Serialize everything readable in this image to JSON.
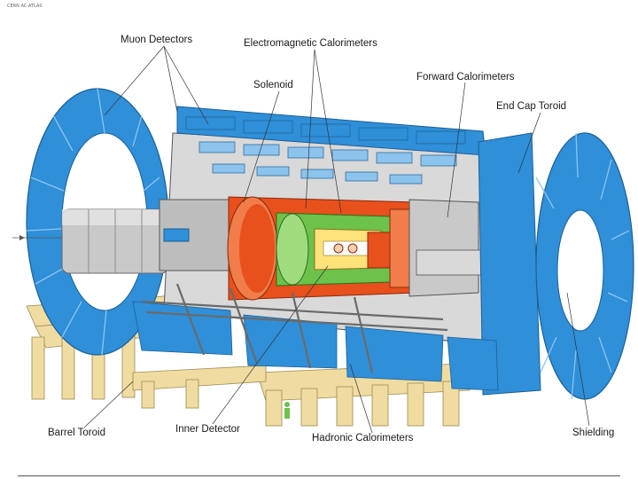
{
  "header": {
    "tag": "CERN AC-ATLAS"
  },
  "labels": {
    "muon_detectors": "Muon Detectors",
    "electromagnetic_calorimeters": "Electromagnetic Calorimeters",
    "solenoid": "Solenoid",
    "forward_calorimeters": "Forward Calorimeters",
    "end_cap_toroid": "End Cap Toroid",
    "barrel_toroid": "Barrel Toroid",
    "inner_detector": "Inner Detector",
    "hadronic_calorimeters": "Hadronic Calorimeters",
    "shielding": "Shielding"
  },
  "colors": {
    "blue": "#2f8fd8",
    "blue_light": "#8cc4ee",
    "orange": "#e8501c",
    "green": "#6cc24a",
    "yellow": "#ffe27a",
    "support": "#f0dca0",
    "grey": "#c9c9c9",
    "grey_dark": "#8a8a8a"
  }
}
